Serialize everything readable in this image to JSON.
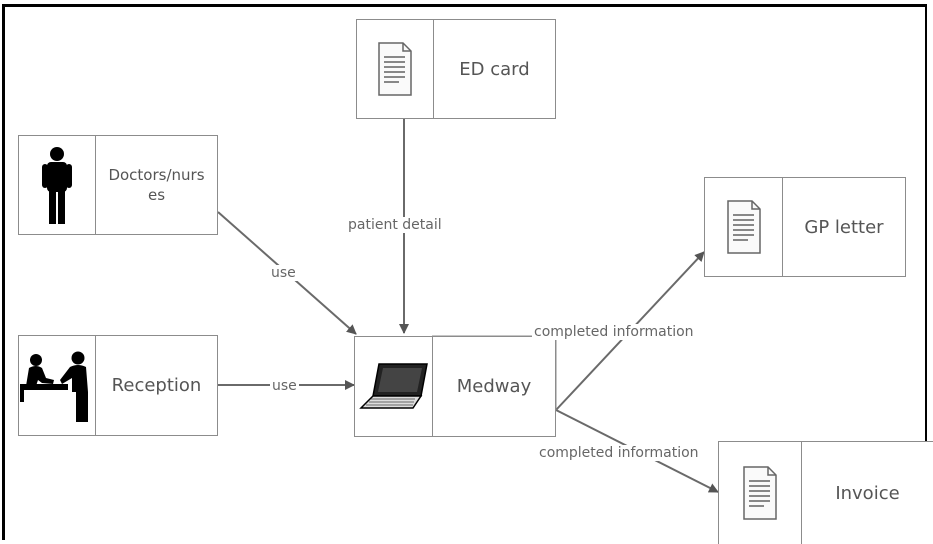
{
  "nodes": {
    "ed_card": {
      "label": "ED card",
      "icon": "document-icon"
    },
    "doctors": {
      "label": "Doctors/nurs\nes",
      "icon": "person-icon"
    },
    "gp_letter": {
      "label": "GP letter",
      "icon": "document-icon"
    },
    "reception": {
      "label": "Reception",
      "icon": "reception-desk-icon"
    },
    "medway": {
      "label": "Medway",
      "icon": "laptop-icon"
    },
    "invoice": {
      "label": "Invoice",
      "icon": "document-icon"
    }
  },
  "edges": {
    "doctors_medway": "use",
    "edcard_medway": "patient detail",
    "reception_medway": "use",
    "medway_gp": "completed information",
    "medway_invoice": "completed information"
  },
  "colors": {
    "border": "#8c8c8c",
    "edge": "#6a6a6a",
    "text": "#555555"
  }
}
